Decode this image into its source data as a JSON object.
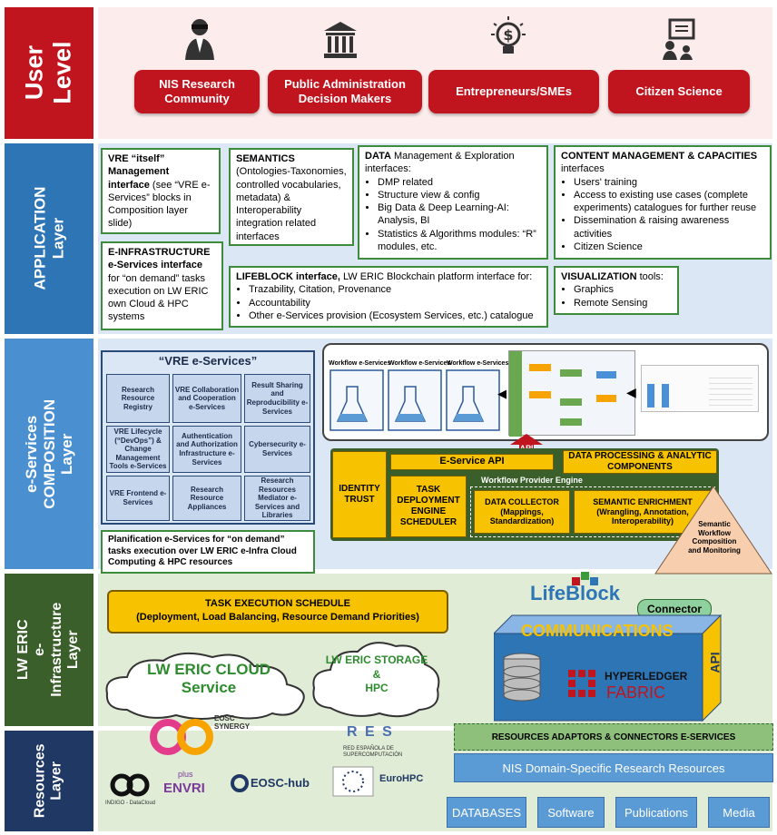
{
  "layers": {
    "user": "User\nLevel",
    "application": "APPLICATION\nLayer",
    "composition": "e-Services\nCOMPOSITION\nLayer",
    "infrastructure": "LW ERIC\ne-Infrastructure\nLayer",
    "resources": "Resources\nLayer"
  },
  "user_level": {
    "groups": [
      {
        "label": "NIS Research\nCommunity",
        "icon": "researcher-icon"
      },
      {
        "label": "Public Administration\nDecision Makers",
        "icon": "government-building-icon"
      },
      {
        "label": "Entrepreneurs/SMEs",
        "icon": "lightbulb-dollar-icon"
      },
      {
        "label": "Citizen Science",
        "icon": "presentation-icon"
      }
    ]
  },
  "application": {
    "vre_title": "VRE “itself” Management interface",
    "vre_body": "(see “VRE e-Services” blocks in Composition layer slide)",
    "semantics_title": "SEMANTICS",
    "semantics_body": "(Ontologies-Taxonomies, controlled vocabularies, metadata) & Interoperability integration related interfaces",
    "data_title": "DATA",
    "data_title_rest": " Management & Exploration interfaces:",
    "data_items": [
      "DMP related",
      "Structure view & config",
      "Big Data & Deep Learning-AI: Analysis, BI",
      "Statistics & Algorithms modules: “R” modules, etc."
    ],
    "content_title": "CONTENT MANAGEMENT & CAPACITIES",
    "content_sub": "interfaces",
    "content_items": [
      "Users' training",
      "Access to existing use cases (complete experiments) catalogues for further reuse",
      "Dissemination & raising awareness activities",
      "Citizen Science"
    ],
    "einfra_title": "E-INFRASTRUCTURE e-Services interface",
    "einfra_body": " for “on demand” tasks execution on LW ERIC own Cloud & HPC systems",
    "lifeblock_title": "LIFEBLOCK interface,",
    "lifeblock_body": " LW ERIC Blockchain platform interface for:",
    "lifeblock_items": [
      "Trazability, Citation, Provenance",
      "Accountability",
      "Other e-Services provision (Ecosystem Services, etc.) catalogue"
    ],
    "viz_title": "VISUALIZATION",
    "viz_body": " tools:",
    "viz_items": [
      "Graphics",
      "Remote Sensing"
    ]
  },
  "composition": {
    "vre_header": "“VRE e-Services”",
    "vre_cells": [
      "Research Resource Registry",
      "VRE Collaboration and Cooperation e-Services",
      "Result Sharing and Reproducibility e-Services",
      "VRE Lifecycle (“DevOps”) & Change Management Tools e-Services",
      "Authentication and Authorization Infrastructure e-Services",
      "Cybersecurity e-Services",
      "VRE Frontend e-Services",
      "Research Resource Appliances",
      "Research Resources Mediator e-Services and Libraries"
    ],
    "planification": "Planification e-Services for “on demand” tasks execution over LW ERIC e-Infra Cloud Computing & HPC resources",
    "workflow_labels": [
      "Workflow e-Services",
      "Workflow e-Services",
      "Workflow e-Services"
    ],
    "api_arrow": "API",
    "identity_trust": "IDENTITY\nTRUST",
    "eservice_api": "E-Service API",
    "data_processing": "DATA PROCESSING & ANALYTIC COMPONENTS",
    "workflow_engine": "Workflow Provider Engine",
    "task_deployment": "TASK DEPLOYMENT ENGINE SCHEDULER",
    "data_collector": "DATA COLLECTOR\n(Mappings, Standardization)",
    "semantic_enrichment": "SEMANTIC ENRICHMENT\n(Wrangling, Annotation, Interoperability)",
    "semantic_workflow": "Semantic Workflow Composition and Monitoring"
  },
  "infrastructure": {
    "schedule_title": "TASK EXECUTION SCHEDULE",
    "schedule_sub": "(Deployment, Load Balancing, Resource Demand Priorities)",
    "cloud_service": "LW ERIC CLOUD\nService",
    "storage": "LW ERIC STORAGE\n&\nHPC",
    "lifeblock_logo": "LifeBlock",
    "connector": "Connector",
    "communications": "COMMUNICATIONS",
    "api": "API",
    "hyperledger": "HYPERLEDGER",
    "fabric": "FABRIC"
  },
  "resources": {
    "adaptors": "RESOURCES ADAPTORS & CONNECTORS E-SERVICES",
    "nis_domain": "NIS Domain-Specific Research Resources",
    "items": [
      "DATABASES",
      "Software",
      "Publications",
      "Media"
    ],
    "logos": {
      "eosc_synergy": "EOSC\nSYNERGY",
      "res": "R E S",
      "res_sub": "RED ESPAÑOLA DE\nSUPERCOMPUTACIÓN",
      "indigo": "INDIGO - DataCloud",
      "envri": "ENVRI",
      "envri_plus": "plus",
      "eosc_hub": "EOSC-hub",
      "eurohpc": "EuroHPC"
    }
  },
  "colors": {
    "user_red": "#c0141e",
    "app_blue": "#2e75b6",
    "composition_blue": "#4a8fd0",
    "infra_green": "#3a5f2a",
    "resources_navy": "#1f3864",
    "box_green": "#3c8c3c",
    "yellow": "#f7c200"
  }
}
